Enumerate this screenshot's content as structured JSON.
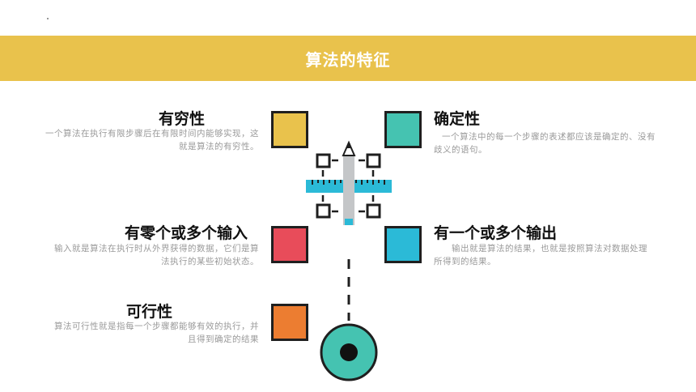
{
  "banner": {
    "title": "算法的特征"
  },
  "features": {
    "finite": {
      "title": "有穷性",
      "desc": "一个算法在执行有限步骤后在有限时间内能够实现，这就是算法的有穷性。",
      "color": "#e9c24c"
    },
    "definite": {
      "title": "确定性",
      "desc": "一个算法中的每一个步骤的表述都应该是确定的、没有歧义的语句。",
      "color": "#45c3b1"
    },
    "input": {
      "title": "有零个或多个输入",
      "desc": "输入就是算法在执行时从外界获得的数据，它们是算法执行的某些初始状态。",
      "color": "#e84c5a"
    },
    "output": {
      "title": "有一个或多个输出",
      "desc": "输出就是算法的结果，也就是按照算法对数据处理所得到的结果。",
      "color": "#2bbad7"
    },
    "feasible": {
      "title": "可行性",
      "desc": "算法可行性就是指每一个步骤都能够有效的执行，并且得到确定的结果",
      "color": "#ec7d31"
    }
  },
  "icons": {
    "center": "pencil-ruler-icon",
    "bottom": "target-circle-icon"
  }
}
